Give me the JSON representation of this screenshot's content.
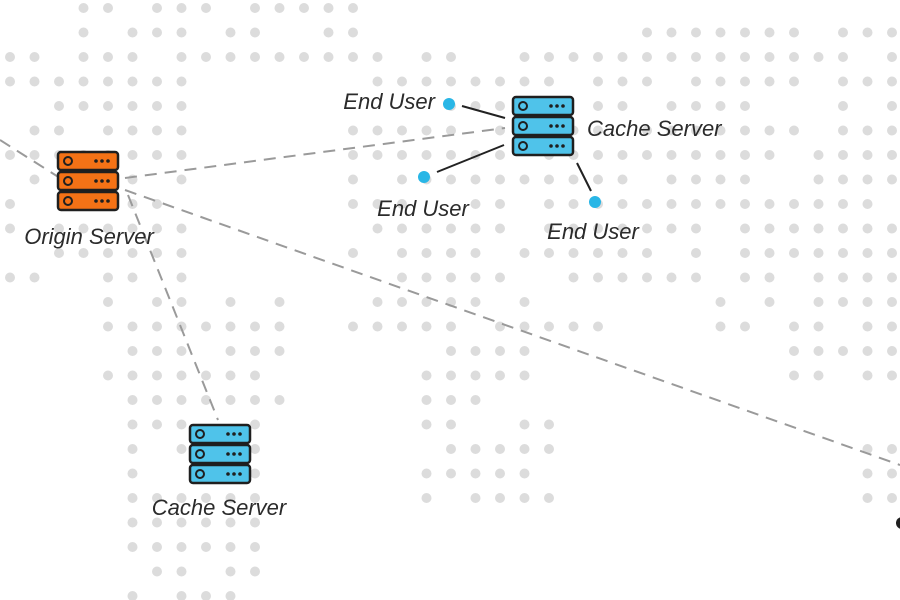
{
  "colors": {
    "origin": "#f47216",
    "cache": "#4fc3ea",
    "user_dot": "#29b6e6",
    "outline": "#1f1f1f",
    "map_dot": "#dcdcdc",
    "dashed_line": "#9a9a9a",
    "solid_line": "#222222"
  },
  "nodes": {
    "origin_server": {
      "label": "Origin Server",
      "icon": "server-icon"
    },
    "cache_server_1": {
      "label": "Cache Server",
      "icon": "server-icon"
    },
    "cache_server_2": {
      "label": "Cache Server",
      "icon": "server-icon"
    },
    "end_user_1": {
      "label": "End User"
    },
    "end_user_2": {
      "label": "End User"
    },
    "end_user_3": {
      "label": "End User"
    }
  },
  "edges": [
    {
      "from": "origin_server",
      "to": "cache_server_1",
      "style": "dashed"
    },
    {
      "from": "origin_server",
      "to": "cache_server_2",
      "style": "dashed"
    },
    {
      "from": "origin_server",
      "to": "offscreen-right",
      "style": "dashed"
    },
    {
      "from": "offscreen-left",
      "to": "origin_server",
      "style": "dashed"
    },
    {
      "from": "cache_server_1",
      "to": "end_user_1",
      "style": "solid"
    },
    {
      "from": "cache_server_1",
      "to": "end_user_2",
      "style": "solid"
    },
    {
      "from": "cache_server_1",
      "to": "end_user_3",
      "style": "solid"
    }
  ]
}
